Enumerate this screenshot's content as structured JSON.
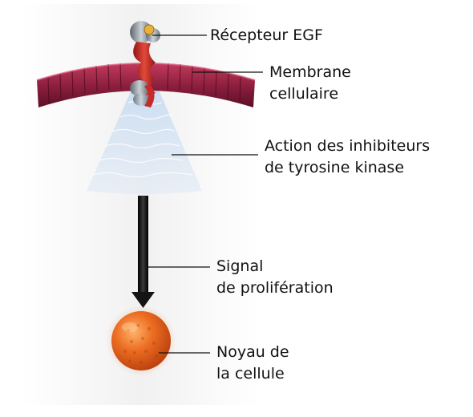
{
  "labels": {
    "receptor": "Récepteur EGF",
    "membrane_line1": "Membrane",
    "membrane_line2": "cellulaire",
    "inhibitor_line1": "Action des inhibiteurs",
    "inhibitor_line2": "de tyrosine kinase",
    "signal_line1": "Signal",
    "signal_line2": "de prolifération",
    "nucleus_line1": "Noyau de",
    "nucleus_line2": "la cellule"
  },
  "colors": {
    "membrane": "#8e1f3e",
    "receptor": "#c62a2a",
    "receptor_cap": "#e8b23a",
    "receptor_grey": "#9aa4ac",
    "inhibitor_cloud": "#bfd3ea",
    "arrow": "#141414",
    "nucleus": "#e0601e",
    "leader_line": "#111111"
  },
  "icons": {
    "receptor": "egf-receptor-icon",
    "membrane": "membrane-icon",
    "cloud": "inhibitor-cloud-icon",
    "arrow": "signal-arrow-icon",
    "nucleus": "nucleus-icon"
  }
}
